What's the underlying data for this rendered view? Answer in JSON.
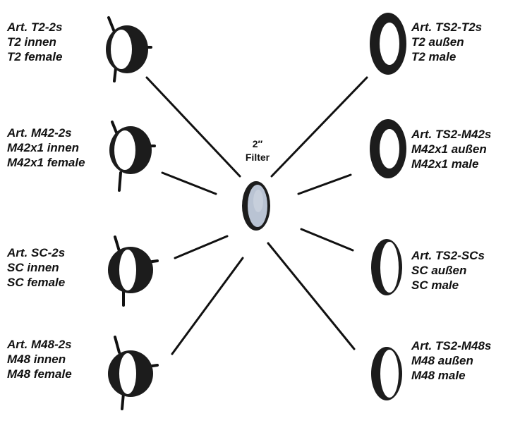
{
  "center": {
    "line1": "2″",
    "line2": "Filter"
  },
  "left": [
    {
      "article": "Art. T2-2s",
      "german": "T2 innen",
      "english": "T2 female"
    },
    {
      "article": "Art. M42-2s",
      "german": "M42x1 innen",
      "english": "M42x1 female"
    },
    {
      "article": "Art. SC-2s",
      "german": "SC innen",
      "english": "SC female"
    },
    {
      "article": "Art. M48-2s",
      "german": "M48 innen",
      "english": "M48 female"
    }
  ],
  "right": [
    {
      "article": "Art. TS2-T2s",
      "german": "T2 außen",
      "english": "T2 male"
    },
    {
      "article": "Art. TS2-M42s",
      "german": "M42x1 außen",
      "english": "M42x1 male"
    },
    {
      "article": "Art. TS2-SCs",
      "german": "SC außen",
      "english": "SC male"
    },
    {
      "article": "Art. TS2-M48s",
      "german": "M48 außen",
      "english": "M48 male"
    }
  ],
  "colors": {
    "ring": "#1a1a1a",
    "filter_glass": "#b9c3d3",
    "line": "#111111"
  }
}
